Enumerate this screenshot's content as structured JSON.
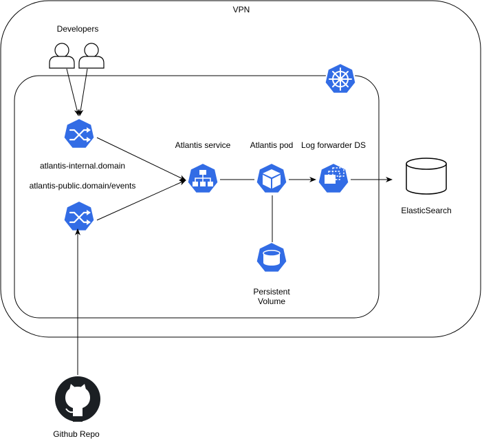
{
  "diagram": {
    "vpn_label": "VPN",
    "developers_label": "Developers",
    "internal_ingress_label": "atlantis-internal.domain",
    "public_ingress_label": "atlantis-public.domain/events",
    "service_label": "Atlantis service",
    "pod_label": "Atlantis pod",
    "log_forwarder_label": "Log forwarder DS",
    "elasticsearch_label": "ElasticSearch",
    "pv_label_line1": "Persistent",
    "pv_label_line2": "Volume",
    "github_label": "Github Repo"
  },
  "colors": {
    "k8s_blue": "#326CE5",
    "line": "#000000",
    "background": "#FFFFFF"
  },
  "icons": [
    "user-icon",
    "kubernetes-helm-icon",
    "ingress-icon",
    "service-icon",
    "pod-icon",
    "daemonset-icon",
    "persistent-volume-icon",
    "database-icon",
    "github-icon"
  ]
}
